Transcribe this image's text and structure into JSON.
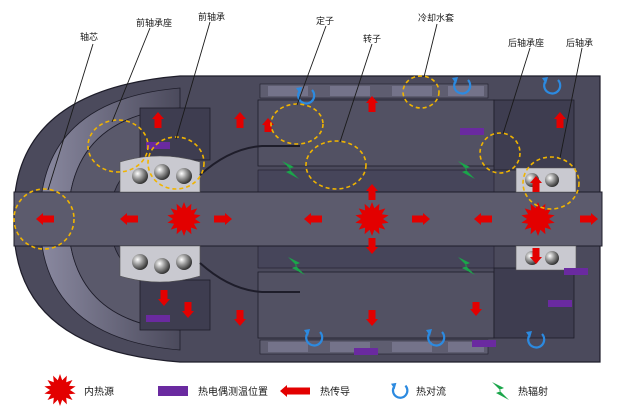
{
  "labels": {
    "shaft": "轴芯",
    "front_bearing_seat": "前轴承座",
    "front_bearing": "前轴承",
    "stator": "定子",
    "rotor": "转子",
    "cooling_jacket": "冷却水套",
    "rear_bearing_seat": "后轴承座",
    "rear_bearing": "后轴承"
  },
  "legend": {
    "internal_heat_source": "内热源",
    "thermocouple_position": "热电偶测温位置",
    "heat_conduction": "热传导",
    "heat_convection": "热对流",
    "heat_radiation": "热辐射"
  },
  "colors": {
    "housing": "#4b4a5c",
    "housing_dark": "#37364a",
    "housing_light": "#6e6d7e",
    "shaft": "#5c5b6d",
    "heat_red": "#e30000",
    "thermocouple": "#6a2aa0",
    "convection_blue": "#2c8ae0",
    "radiation_green": "#1aa64a",
    "callout_yellow": "#f0b400"
  },
  "icons": [
    "heat-source-star-icon",
    "thermocouple-bar-icon",
    "conduction-arrow-icon",
    "convection-curl-icon",
    "radiation-bolt-icon"
  ]
}
